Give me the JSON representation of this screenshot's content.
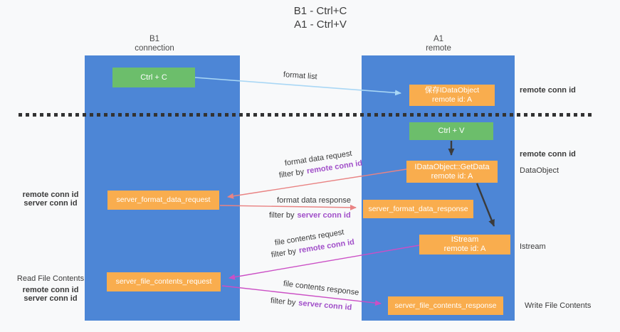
{
  "title": {
    "line1": "B1 - Ctrl+C",
    "line2": "A1 - Ctrl+V"
  },
  "lanes": {
    "left": {
      "name": "B1",
      "role": "connection"
    },
    "right": {
      "name": "A1",
      "role": "remote"
    }
  },
  "nodes": {
    "ctrl_c": {
      "label": "Ctrl + C"
    },
    "save_idataobject": {
      "line1": "保存IDataObject",
      "line2": "remote id: A"
    },
    "ctrl_v": {
      "label": "Ctrl + V"
    },
    "getdata": {
      "line1": "IDataObject::GetData",
      "line2": "remote id: A"
    },
    "format_request": {
      "label": "server_format_data_request"
    },
    "format_response": {
      "label": "server_format_data_response"
    },
    "istream": {
      "line1": "IStream",
      "line2": "remote id: A"
    },
    "file_request": {
      "label": "server_file_contents_request"
    },
    "file_response": {
      "label": "server_file_contents_response"
    }
  },
  "arrows": {
    "format_list": {
      "label": "format list"
    },
    "format_data_request": {
      "label": "format data request",
      "filter_prefix": "filter by",
      "filter_key": "remote conn id"
    },
    "format_data_response": {
      "label": "format data response",
      "filter_prefix": "filter by",
      "filter_key": "server conn id"
    },
    "file_contents_request": {
      "label": "file contents request",
      "filter_prefix": "filter by",
      "filter_key": "remote conn id"
    },
    "file_contents_response": {
      "label": "file contents response",
      "filter_prefix": "filter by",
      "filter_key": "server conn id"
    }
  },
  "annotations": {
    "right_remote_conn_top": "remote conn id",
    "right_remote_conn_mid": "remote conn id",
    "right_dataobject": "DataObject",
    "right_istream": "Istream",
    "right_write_file": "Write File Contents",
    "left_remote_conn_mid": "remote conn id",
    "left_server_conn_mid": "server conn id",
    "left_read_file": "Read File Contents",
    "left_remote_conn_bottom": "remote conn id",
    "left_server_conn_bottom": "server conn id"
  },
  "colors": {
    "lane_fill": "#4d86d6",
    "green_box": "#6cbe6b",
    "orange_box": "#f9ad4e",
    "purple_text": "#a14fc9",
    "green_text": "#53ae53",
    "salmon_arrow": "#e98383",
    "magenta_arrow": "#cb4fc5",
    "blue_arrow": "#a9d7f5",
    "black_arrow": "#3b3b3b",
    "background": "#f8f9fa"
  }
}
